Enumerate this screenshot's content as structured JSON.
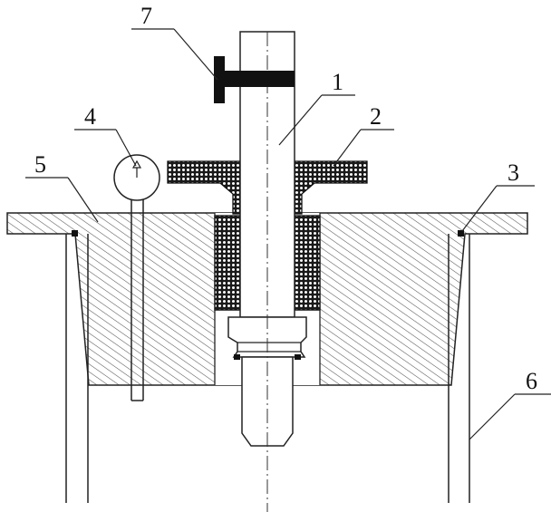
{
  "labels": [
    {
      "key": "shaft",
      "text": "1"
    },
    {
      "key": "sleeve",
      "text": "2"
    },
    {
      "key": "seal",
      "text": "3"
    },
    {
      "key": "gauge",
      "text": "4"
    },
    {
      "key": "cover",
      "text": "5"
    },
    {
      "key": "support",
      "text": "6"
    },
    {
      "key": "handle",
      "text": "7"
    }
  ]
}
